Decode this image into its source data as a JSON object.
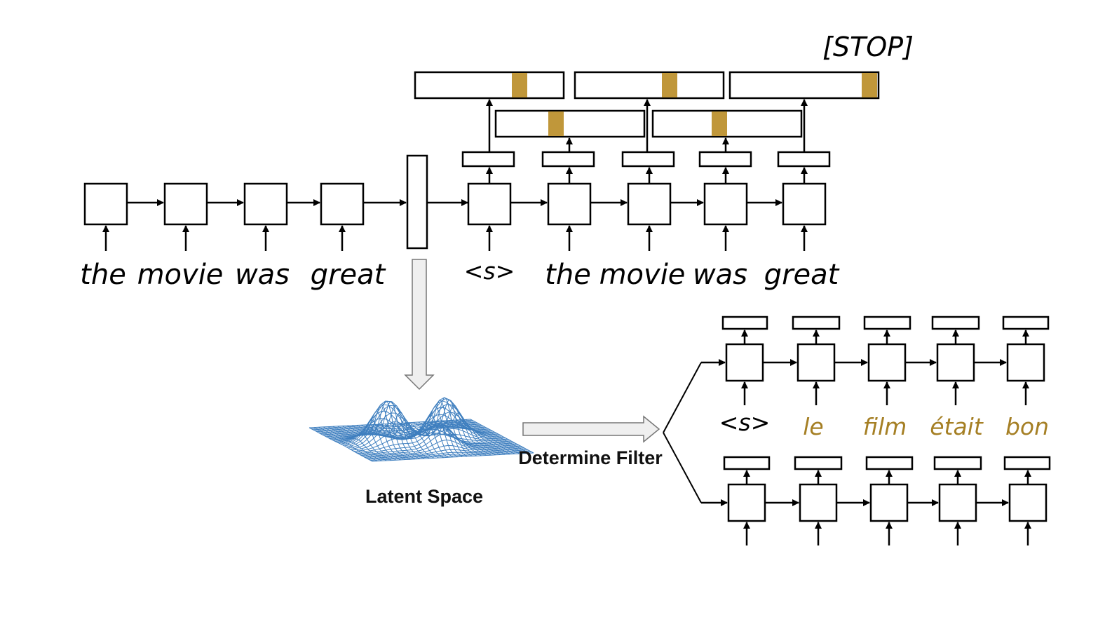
{
  "encoder": {
    "tokens": [
      "the",
      "movie",
      "was",
      "great"
    ]
  },
  "decoder": {
    "tokens": [
      "<s>",
      "the",
      "movie",
      "was",
      "great"
    ],
    "stop_label": "[STOP]"
  },
  "latent": {
    "label": "Latent Space"
  },
  "filter": {
    "label": "Determine Filter"
  },
  "french_decoder": {
    "tokens": [
      "<s>",
      "le",
      "film",
      "était",
      "bon"
    ]
  },
  "colors": {
    "highlight": "#c0973a",
    "mesh": "#3f7fbf",
    "french_text": "#a57f24"
  }
}
